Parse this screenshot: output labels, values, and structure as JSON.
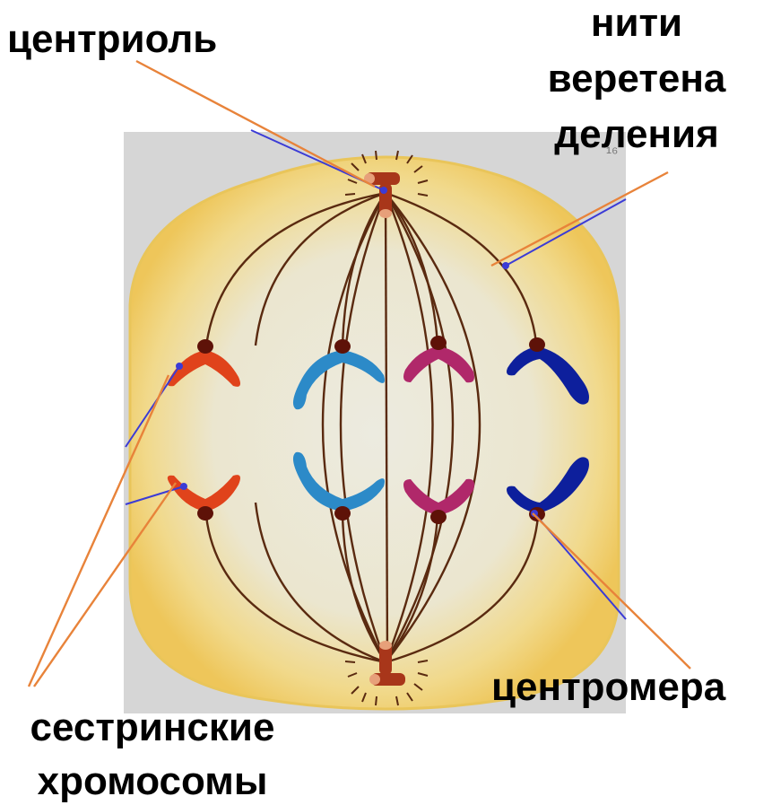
{
  "labels": {
    "centriole": "центриоль",
    "spindle_line1": "нити",
    "spindle_line2": "веретена",
    "spindle_line3": "деления",
    "centromere": "центромера",
    "sister_line1": "сестринские",
    "sister_line2": "хромосомы"
  },
  "corner_mark": "¹⁶",
  "colors": {
    "background_panel": "#d4d4d4",
    "cell_outer": "#f3cf6e",
    "cell_inner": "#ece9d8",
    "spindle_fiber": "#5a2a10",
    "centromere": "#5e1208",
    "centriole": "#a8361a",
    "pointer_orange": "#e8833a",
    "pointer_blue": "#3b3bd6",
    "chromosome_red": "#e0431b",
    "chromosome_lightblue": "#2c8ac8",
    "chromosome_magenta": "#b0286a",
    "chromosome_darkblue": "#0d1f9c"
  }
}
